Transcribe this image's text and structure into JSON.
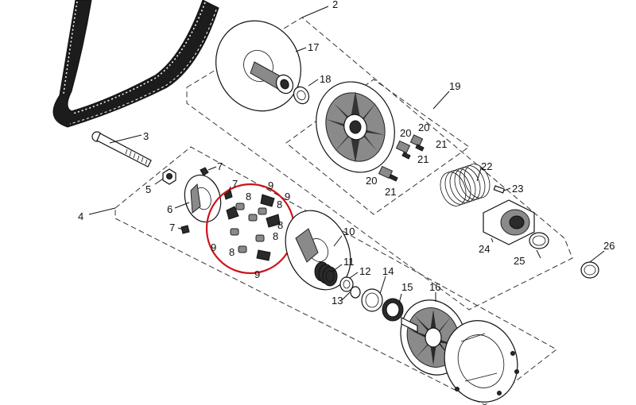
{
  "callouts": {
    "c2": "2",
    "c3": "3",
    "c4": "4",
    "c5": "5",
    "c6": "6",
    "c7a": "7",
    "c7b": "7",
    "c7c": "7",
    "c8a": "8",
    "c8b": "8",
    "c8c": "8",
    "c8d": "8",
    "c8e": "8",
    "c9a": "9",
    "c9b": "9",
    "c9c": "9",
    "c9d": "9",
    "c10": "10",
    "c11": "11",
    "c12": "12",
    "c13": "13",
    "c14": "14",
    "c15": "15",
    "c16": "16",
    "c17": "17",
    "c18": "18",
    "c19": "19",
    "c20a": "20",
    "c20b": "20",
    "c20c": "20",
    "c21a": "21",
    "c21b": "21",
    "c21c": "21",
    "c22": "22",
    "c23": "23",
    "c24": "24",
    "c25": "25",
    "c26": "26"
  },
  "colors": {
    "highlight": "#d0121b",
    "ink": "#111111",
    "background": "#ffffff"
  }
}
